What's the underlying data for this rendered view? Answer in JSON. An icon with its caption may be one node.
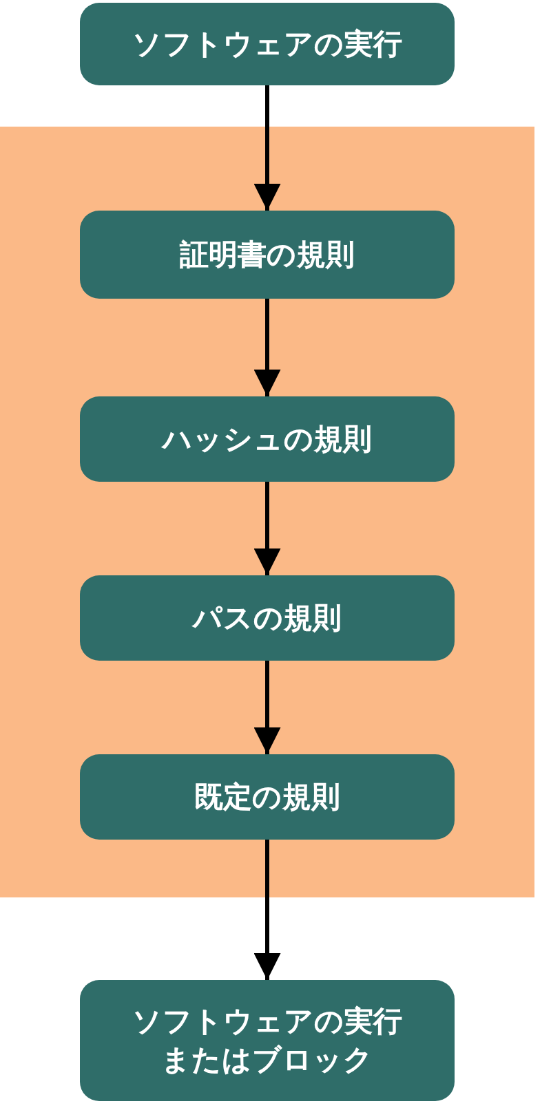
{
  "diagram": {
    "nodes": [
      {
        "text": [
          "ソフトウェアの実行"
        ]
      },
      {
        "text": [],
        "shape": "box"
      },
      {
        "text": [
          "証明書の規則"
        ],
        "in": 1
      },
      {
        "text": [
          "ハッシュの規則"
        ],
        "in": 1
      },
      {
        "text": [
          "パスの規則"
        ],
        "in": 1
      },
      {
        "text": [
          "既定の規則"
        ],
        "in": 1
      },
      {
        "text": [
          "ソフトウェアの実行またはブロック"
        ]
      }
    ],
    "edges": [
      {
        "from": 0,
        "to": 2,
        "arrow": "to"
      },
      {
        "from": 2,
        "to": 3,
        "arrow": "to"
      },
      {
        "from": 3,
        "to": 4,
        "arrow": "to"
      },
      {
        "from": 4,
        "to": 5,
        "arrow": "to"
      },
      {
        "from": 5,
        "to": 6,
        "arrow": "to"
      }
    ]
  }
}
